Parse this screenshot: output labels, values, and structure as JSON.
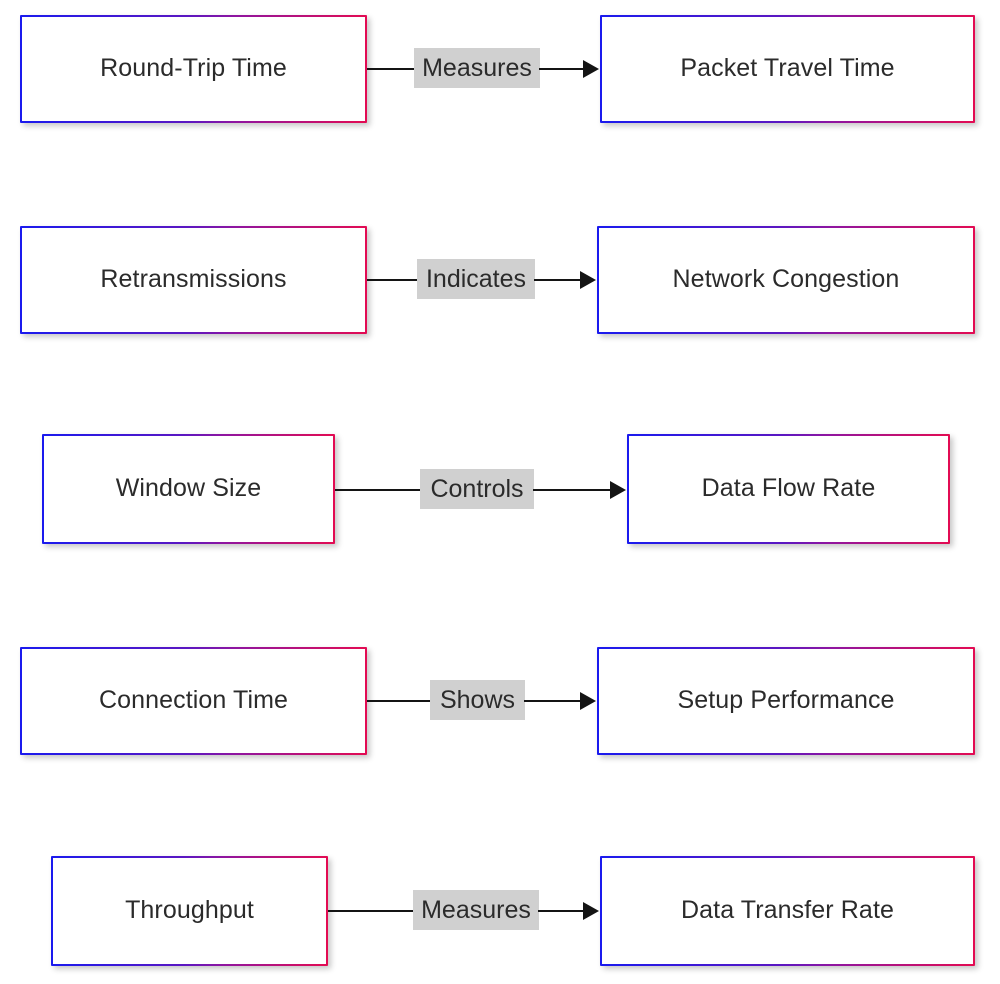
{
  "diagram": {
    "type": "relationship-flow",
    "background_color": "#ffffff",
    "node_border_gradient": [
      "#1a1aee",
      "#e30b52"
    ],
    "node_fill_color": "#ffffff",
    "edge_color": "#141414",
    "edge_label_background": "#d0d0d0",
    "text_color": "#2b2b2b",
    "rows": [
      {
        "source": "Round-Trip Time",
        "label": "Measures",
        "target": "Packet Travel Time"
      },
      {
        "source": "Retransmissions",
        "label": "Indicates",
        "target": "Network Congestion"
      },
      {
        "source": "Window Size",
        "label": "Controls",
        "target": "Data Flow Rate"
      },
      {
        "source": "Connection Time",
        "label": "Shows",
        "target": "Setup Performance"
      },
      {
        "source": "Throughput",
        "label": "Measures",
        "target": "Data Transfer Rate"
      }
    ]
  }
}
